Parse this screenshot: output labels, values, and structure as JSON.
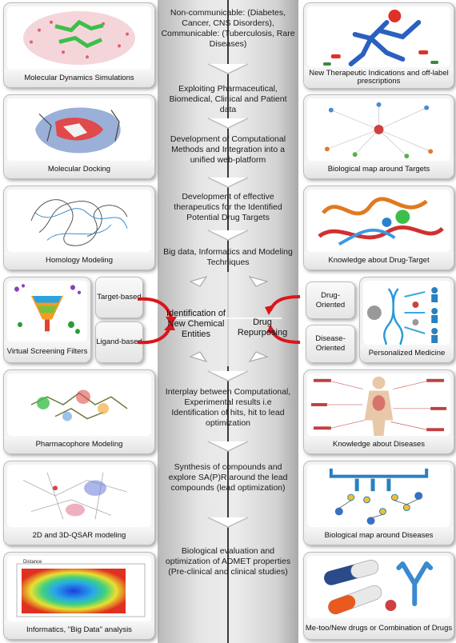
{
  "center": {
    "stages": [
      "Non-communicable: (Diabetes, Cancer, CNS Disorders), Communicable: (Tuberculosis, Rare Diseases)",
      "Exploiting Pharmaceutical, Biomedical,  Clinical and Patient data",
      "Development of Computational Methods and Integration into a unified web-platform",
      "Development of effective therapeutics for the Identified Potential Drug Targets",
      "Big data, Informatics and Modeling Techniques",
      "Interplay between Computational, Experimental results i.e Identification of hits, hit to lead optimization",
      "Synthesis of compounds and explore SA(P)R around the lead compounds (lead optimization)",
      "Biological evaluation and optimization of ADMET properties (Pre-clinical and clinical studies)"
    ],
    "identification": "Identification of New Chemical Entities",
    "repurposing": "Drug Repurposing"
  },
  "left_cards": [
    "Molecular Dynamics Simulations",
    "Molecular Docking",
    "Homology Modeling",
    "Virtual Screening Filters",
    "Pharmacophore Modeling",
    "2D and 3D-QSAR modeling",
    "Informatics, \"Big Data\" analysis"
  ],
  "left_boxes": {
    "target_based": "Target-based",
    "ligand_based": "Ligand-based"
  },
  "right_cards": [
    "New Therapeutic Indications and off-label prescriptions",
    "Biological map around Targets",
    "Knowledge about Drug-Target",
    "Personalized Medicine",
    "Knowledge about Diseases",
    "Biological map around Diseases",
    "Me-too/New drugs or Combination of Drugs"
  ],
  "right_boxes": {
    "drug_oriented": "Drug-Oriented",
    "disease_oriented": "Disease-Oriented"
  },
  "heatmap_label": "Distance",
  "colors": {
    "arrow": "#d9161c",
    "column_line": "#3a3a3a"
  }
}
